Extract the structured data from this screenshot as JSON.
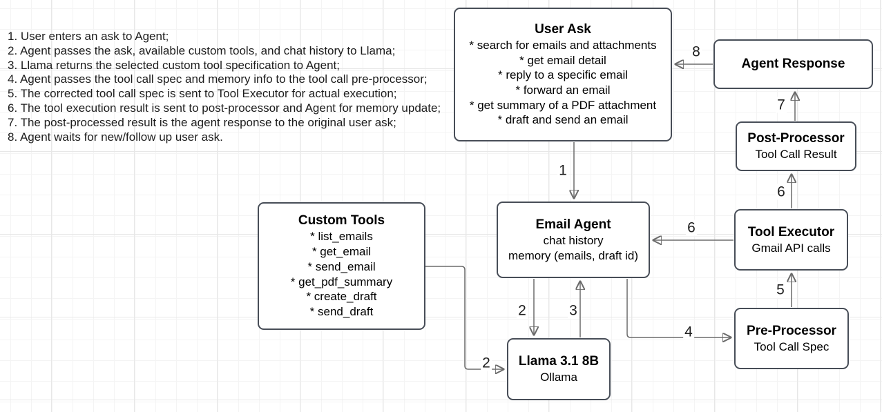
{
  "notes": {
    "lines": [
      "1. User enters an ask to Agent;",
      "2. Agent passes the ask, available custom tools, and chat history to Llama;",
      "3. Llama returns the selected custom tool specification to Agent;",
      "4. Agent passes the tool call spec and memory info to the tool call pre-processor;",
      "5. The corrected tool call spec is sent to Tool Executor for actual execution;",
      "6. The tool execution result is sent to post-processor and Agent for memory update;",
      "7. The post-processed result is the agent response to the original user ask;",
      "8. Agent waits for new/follow up user ask."
    ]
  },
  "boxes": {
    "user_ask": {
      "title": "User Ask",
      "lines": [
        "* search for emails and attachments",
        "* get email detail",
        "* reply to a specific email",
        "* forward an email",
        "* get summary of a PDF attachment",
        "* draft and send an email"
      ]
    },
    "agent_response": {
      "title": "Agent Response"
    },
    "post_processor": {
      "title": "Post-Processor",
      "subtitle": "Tool Call Result"
    },
    "tool_executor": {
      "title": "Tool Executor",
      "subtitle": "Gmail API calls"
    },
    "pre_processor": {
      "title": "Pre-Processor",
      "subtitle": "Tool Call Spec"
    },
    "email_agent": {
      "title": "Email Agent",
      "lines": [
        "chat history",
        "memory (emails, draft id)"
      ]
    },
    "custom_tools": {
      "title": "Custom Tools",
      "lines": [
        "* list_emails",
        "* get_email",
        "* send_email",
        "* get_pdf_summary",
        "* create_draft",
        "* send_draft"
      ]
    },
    "llama": {
      "title": "Llama 3.1 8B",
      "subtitle": "Ollama"
    }
  },
  "connectors": [
    {
      "id": "step-1",
      "label": "1",
      "from": "User Ask",
      "to": "Email Agent"
    },
    {
      "id": "step-2a",
      "label": "2",
      "from": "Email Agent",
      "to": "Llama 3.1 8B"
    },
    {
      "id": "step-2b",
      "label": "2",
      "from": "Custom Tools",
      "to": "Llama 3.1 8B"
    },
    {
      "id": "step-3",
      "label": "3",
      "from": "Llama 3.1 8B",
      "to": "Email Agent"
    },
    {
      "id": "step-4",
      "label": "4",
      "from": "Email Agent",
      "to": "Pre-Processor"
    },
    {
      "id": "step-5",
      "label": "5",
      "from": "Pre-Processor",
      "to": "Tool Executor"
    },
    {
      "id": "step-6a",
      "label": "6",
      "from": "Tool Executor",
      "to": "Email Agent"
    },
    {
      "id": "step-6b",
      "label": "6",
      "from": "Tool Executor",
      "to": "Post-Processor"
    },
    {
      "id": "step-7",
      "label": "7",
      "from": "Post-Processor",
      "to": "Agent Response"
    },
    {
      "id": "step-8",
      "label": "8",
      "from": "Agent Response",
      "to": "User Ask"
    }
  ],
  "colors": {
    "box_border": "#474d57",
    "box_fill": "#ffffff",
    "arrow_line": "#6b6b6b",
    "arrow_head": "#3a3d44",
    "text": "#000000",
    "grid_minor": "#f4f4f4",
    "grid_major": "#e7e7e7"
  }
}
